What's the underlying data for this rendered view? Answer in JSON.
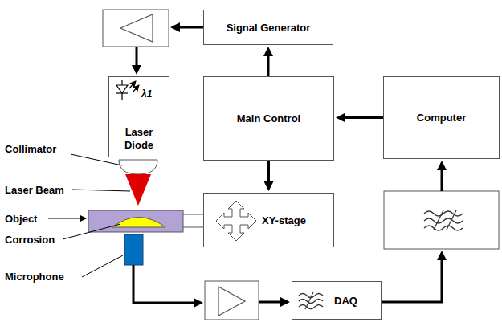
{
  "diagram": {
    "nodes": [
      {
        "text": [
          "Signal Generator"
        ]
      },
      {
        "text": [
          "λ1",
          "Laser Diode"
        ]
      },
      {
        "text": [
          "Main Control"
        ]
      },
      {
        "text": [
          "Computer"
        ]
      },
      {
        "text": [
          "XY-stage"
        ]
      },
      {
        "text": [
          "DAQ"
        ]
      }
    ],
    "edges": [
      {
        "from": 2,
        "to": 0,
        "arrow": "to"
      },
      {
        "from": 2,
        "to": 4,
        "arrow": "to"
      },
      {
        "from": 3,
        "to": 2,
        "arrow": "to"
      }
    ],
    "labels": [
      "Collimator",
      "Laser Beam",
      "Object",
      "Corrosion",
      "Microphone"
    ]
  }
}
